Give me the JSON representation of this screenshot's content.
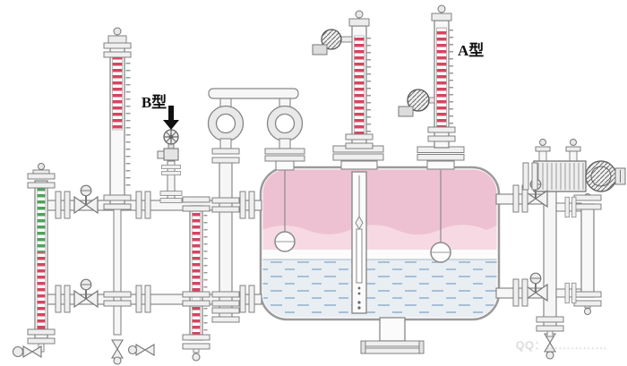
{
  "diagram": {
    "type": "equipment-piping-illustration",
    "labels": {
      "type_a": "A型",
      "type_b": "B型"
    },
    "watermark": "QQ：⋯⋯⋯⋯⋯",
    "colors": {
      "vapor_pink": "#eec1d2",
      "vapor_pink_light": "#f6d9e3",
      "liquid_fill": "#e9eef3",
      "liquid_dash": "#8fb0cc",
      "indicator_red": "#d64560",
      "indicator_green": "#4ea25b",
      "pipe_fill": "#f6f6f6",
      "outline_gray": "#888888",
      "label_black": "#111111"
    },
    "components": [
      "left-magnetic-level-gauge",
      "type-b-gauge-with-valve",
      "loop-seal-piping",
      "horizontal-tank",
      "internal-float-balls",
      "displacer-guide-tube",
      "top-mounted-level-gauges",
      "type-a-level-gauge",
      "gate-valves",
      "external-chamber-transmitter"
    ]
  }
}
